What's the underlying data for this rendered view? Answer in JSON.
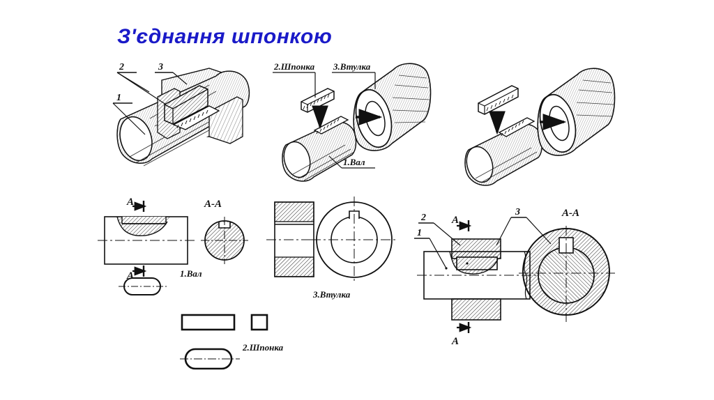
{
  "page": {
    "title": "З'єднання шпонкою",
    "title_color": "#1a1ac8",
    "background": "#ffffff",
    "ink_color": "#111111"
  },
  "iso_views": {
    "assembled": {
      "name": "assembled-key-joint-isometric",
      "callouts": [
        {
          "id": "c1",
          "text": "2"
        },
        {
          "id": "c2",
          "text": "3"
        },
        {
          "id": "c3",
          "text": "1"
        }
      ]
    },
    "exploded_labeled": {
      "name": "exploded-key-joint-isometric",
      "callouts": [
        {
          "id": "e1",
          "text": "2.Шпонка"
        },
        {
          "id": "e2",
          "text": "3.Втулка"
        },
        {
          "id": "e3",
          "text": "1.Вал"
        }
      ]
    },
    "exploded_plain": {
      "name": "exploded-key-joint-isometric-unlabeled",
      "callouts": []
    }
  },
  "ortho_views": {
    "shaft": {
      "caption": "1.Вал",
      "section_mark_top": "A",
      "section_mark_bottom": "A",
      "section_view_label": "A-A"
    },
    "bushing": {
      "caption": "3.Втулка"
    },
    "key": {
      "caption": "2.Шпонка"
    },
    "assembly": {
      "callouts": [
        {
          "id": "a1",
          "text": "2"
        },
        {
          "id": "a2",
          "text": "1"
        },
        {
          "id": "a3",
          "text": "3"
        }
      ],
      "section_mark_top": "A",
      "section_mark_bottom": "A",
      "section_view_label": "A-A"
    }
  }
}
